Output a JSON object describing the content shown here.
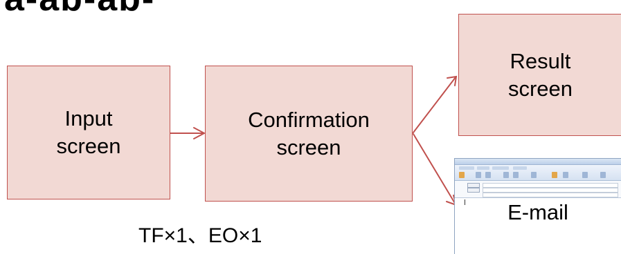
{
  "title_fragment": "a-ab-ab-a",
  "boxes": {
    "input": "Input\nscreen",
    "confirmation": "Confirmation\nscreen",
    "result": "Result\nscreen"
  },
  "email": {
    "label": "E-mail"
  },
  "counts": "TF×1、EO×1",
  "colors": {
    "box_fill": "#f2d9d4",
    "box_border": "#c0504d",
    "arrow": "#c0504d"
  }
}
